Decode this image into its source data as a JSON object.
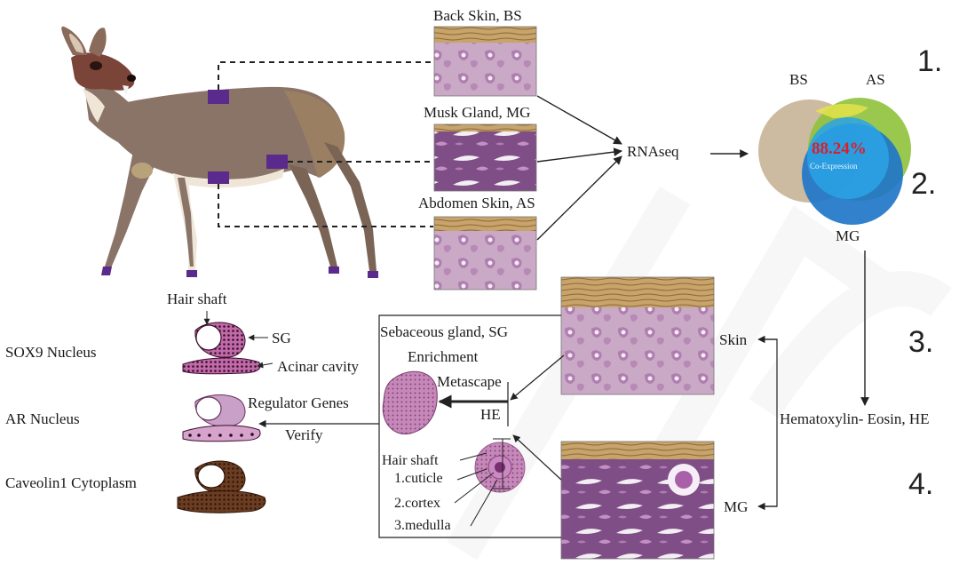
{
  "samples": {
    "bs_label": "Back Skin, BS",
    "mg_label": "Musk Gland, MG",
    "as_label": "Abdomen Skin, AS"
  },
  "pipeline": {
    "rnaseq": "RNAseq",
    "he_stain": "Hematoxylin- Eosin, HE"
  },
  "venn": {
    "bs": "BS",
    "as": "AS",
    "mg": "MG",
    "percent": "88.24%",
    "caption": "Co-Expression",
    "colors": {
      "bs": "#c9b79b",
      "as": "#8fc23c",
      "mg": "#1f76c8",
      "percent": "#d8202a"
    }
  },
  "steps": [
    "1.",
    "2.",
    "3.",
    "4."
  ],
  "histology": {
    "skin": "Skin",
    "mg": "MG"
  },
  "analysis": {
    "sg_title": "Sebaceous gland, SG",
    "enrichment": "Enrichment",
    "metascape": "Metascape",
    "he": "HE",
    "hair_shaft": "Hair shaft",
    "cuticle": "1.cuticle",
    "cortex": "2.cortex",
    "medulla": "3.medulla",
    "regulator": "Regulator Genes",
    "verify": "Verify"
  },
  "markers": {
    "hair_shaft": "Hair shaft",
    "sg": "SG",
    "acinar": "Acinar cavity",
    "sox9": "SOX9 Nucleus",
    "ar": "AR Nucleus",
    "cav1": "Caveolin1 Cytoplasm"
  },
  "colors": {
    "deer_body": "#8a7468",
    "deer_head": "#7a4438",
    "sample_mark": "#5a2a8c",
    "tissue_skin": "#c8a6c4",
    "tissue_mg": "#7a4a82",
    "keratin": "#b08850"
  }
}
